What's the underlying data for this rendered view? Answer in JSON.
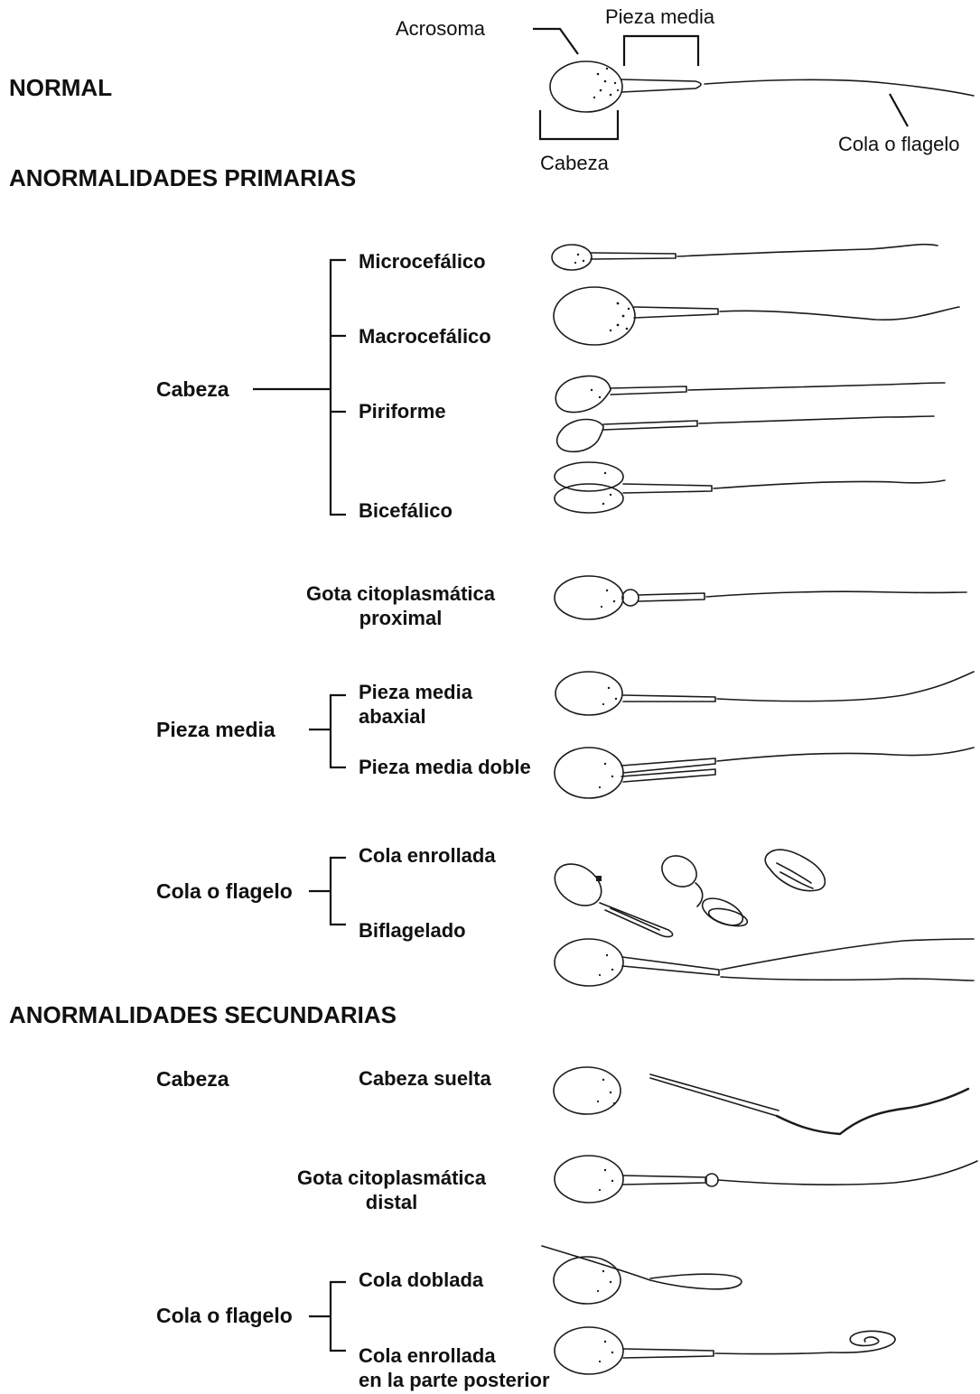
{
  "normal": {
    "title": "NORMAL",
    "acrosoma": "Acrosoma",
    "pieza_media": "Pieza media",
    "cabeza": "Cabeza",
    "cola": "Cola o flagelo"
  },
  "primarias": {
    "title": "ANORMALIDADES PRIMARIAS",
    "cabeza": {
      "label": "Cabeza",
      "items": [
        "Microcefálico",
        "Macrocefálico",
        "Piriforme",
        "Bicefálico"
      ]
    },
    "gota": {
      "line1": "Gota citoplasmática",
      "line2": "proximal"
    },
    "pieza_media": {
      "label": "Pieza media",
      "abaxial_line1": "Pieza media",
      "abaxial_line2": "abaxial",
      "doble": "Pieza media doble"
    },
    "cola": {
      "label": "Cola o flagelo",
      "items": [
        "Cola enrollada",
        "Biflagelado"
      ]
    }
  },
  "secundarias": {
    "title": "ANORMALIDADES SECUNDARIAS",
    "cabeza": {
      "label": "Cabeza",
      "item": "Cabeza suelta"
    },
    "gota": {
      "line1": "Gota citoplasmática",
      "line2": "distal"
    },
    "cola": {
      "label": "Cola o flagelo",
      "item1": "Cola doblada",
      "item2_line1": "Cola enrollada",
      "item2_line2": "en la parte posterior"
    }
  }
}
